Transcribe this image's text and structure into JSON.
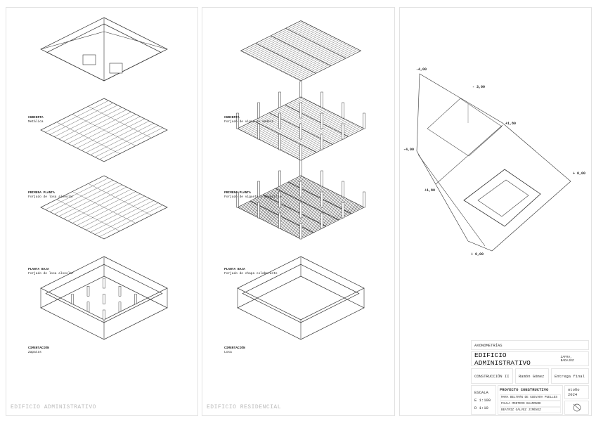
{
  "sheets": [
    {
      "footer": "EDIFICIO ADMINISTRATIVO",
      "layers": [
        {
          "title": "CUBIERTA",
          "subtitle": "Metálica"
        },
        {
          "title": "PRIMERA PLANTA",
          "subtitle": "Forjado de losa alveolar"
        },
        {
          "title": "PLANTA BAJA",
          "subtitle": "Forjado de losa alveolar"
        },
        {
          "title": "CIMENTACIÓN",
          "subtitle": "Zapatas"
        }
      ]
    },
    {
      "footer": "EDIFICIO RESIDENCIAL",
      "layers": [
        {
          "title": "CUBIERTA",
          "subtitle": "Forjado de vigas de madera"
        },
        {
          "title": "PRIMERA PLANTA",
          "subtitle": "Forjado de vigueta y bovedilla"
        },
        {
          "title": "PLANTA BAJA",
          "subtitle": "Forjado de chapa colaborante"
        },
        {
          "title": "CIMENTACIÓN",
          "subtitle": "Losa"
        }
      ]
    }
  ],
  "site": {
    "levels": [
      "-4,00",
      "- 3,00",
      "+1,80",
      "-4,00",
      "+1,80",
      "+ 0,00",
      "+ 0,00"
    ]
  },
  "title_block": {
    "section": "AXONOMETRÍAS",
    "title": "EDIFICIO ADMINISTRATIVO",
    "location": "ZAFRA, BADAJOZ",
    "course": "CONSTRUCCIÓN II",
    "professor": "Ramón Gómez",
    "delivery": "Entrega final",
    "scale_label": "ESCALA",
    "scales": [
      "E 1:100",
      "D 1:10"
    ],
    "project": "PROYECTO CONSTRUCTIVO",
    "authors": [
      "MARA BELTRÁN DE GUEVARA PUELLES",
      "PAULA MONTERO BAAMONDE",
      "BEATRIZ GÁLVEZ JIMÉNEZ"
    ],
    "term": "otoño 2024",
    "north_icon": "north-arrow-icon"
  }
}
